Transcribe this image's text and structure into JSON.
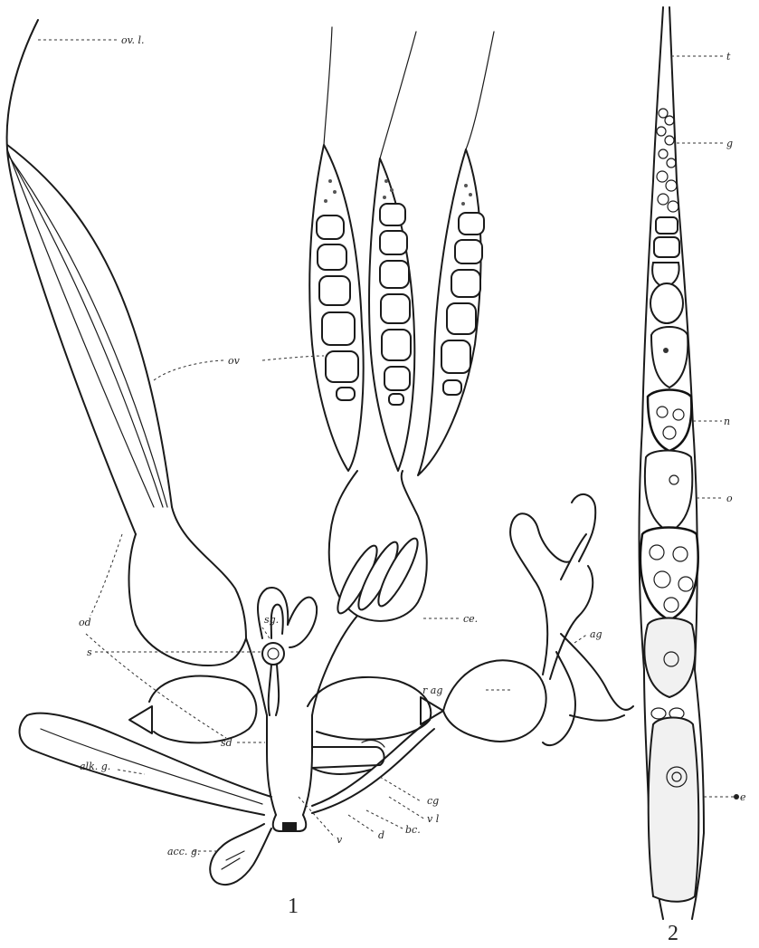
{
  "figure_numbers": {
    "fig1": "1",
    "fig2": "2"
  },
  "labels": {
    "ovl": "ov. l.",
    "ov": "ov",
    "od": "od",
    "s": "s",
    "sd": "sd",
    "sg": "sg.",
    "ce": "ce.",
    "ag": "ag",
    "rag": "r ag",
    "alkg": "alk. g.",
    "accg": "acc. g.",
    "v": "v",
    "d": "d",
    "bc": "bc.",
    "cg": "cg",
    "vl": "v l",
    "t": "t",
    "g": "g",
    "n": "n",
    "o": "o",
    "e": "e"
  }
}
